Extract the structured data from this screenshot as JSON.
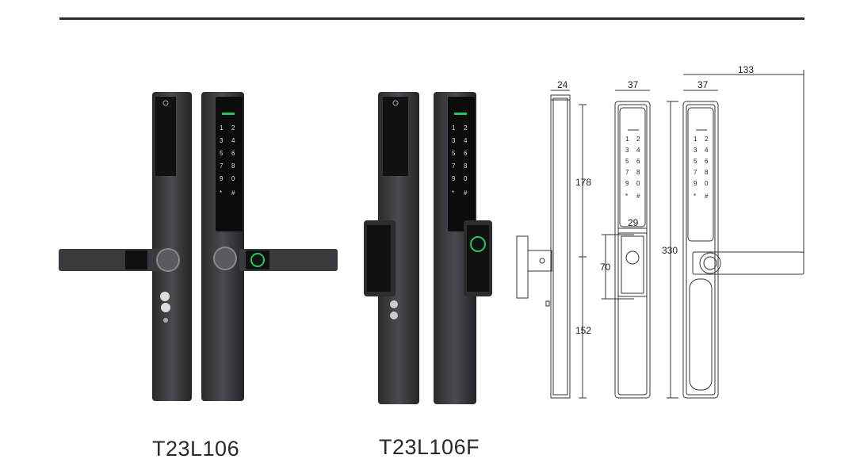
{
  "products": [
    {
      "model": "T23L106",
      "fingerprint_on_handle": false
    },
    {
      "model": "T23L106F",
      "fingerprint_on_handle": true
    }
  ],
  "keypad": {
    "keys": [
      "1",
      "2",
      "3",
      "4",
      "5",
      "6",
      "7",
      "8",
      "9",
      "0",
      "*",
      "#"
    ]
  },
  "dimensions": {
    "side_thickness": "24",
    "front_width": "37",
    "front_width_handle_view": "37",
    "handle_projection": "133",
    "upper_height": "178",
    "lower_height": "152",
    "total_height": "330",
    "fingerprint_module_height": "70",
    "fingerprint_module_width": "29"
  },
  "colors": {
    "body": "#3a3b3f",
    "body_dark": "#1d1e21",
    "keypad_glow": "#22c55e",
    "line": "#333333"
  }
}
